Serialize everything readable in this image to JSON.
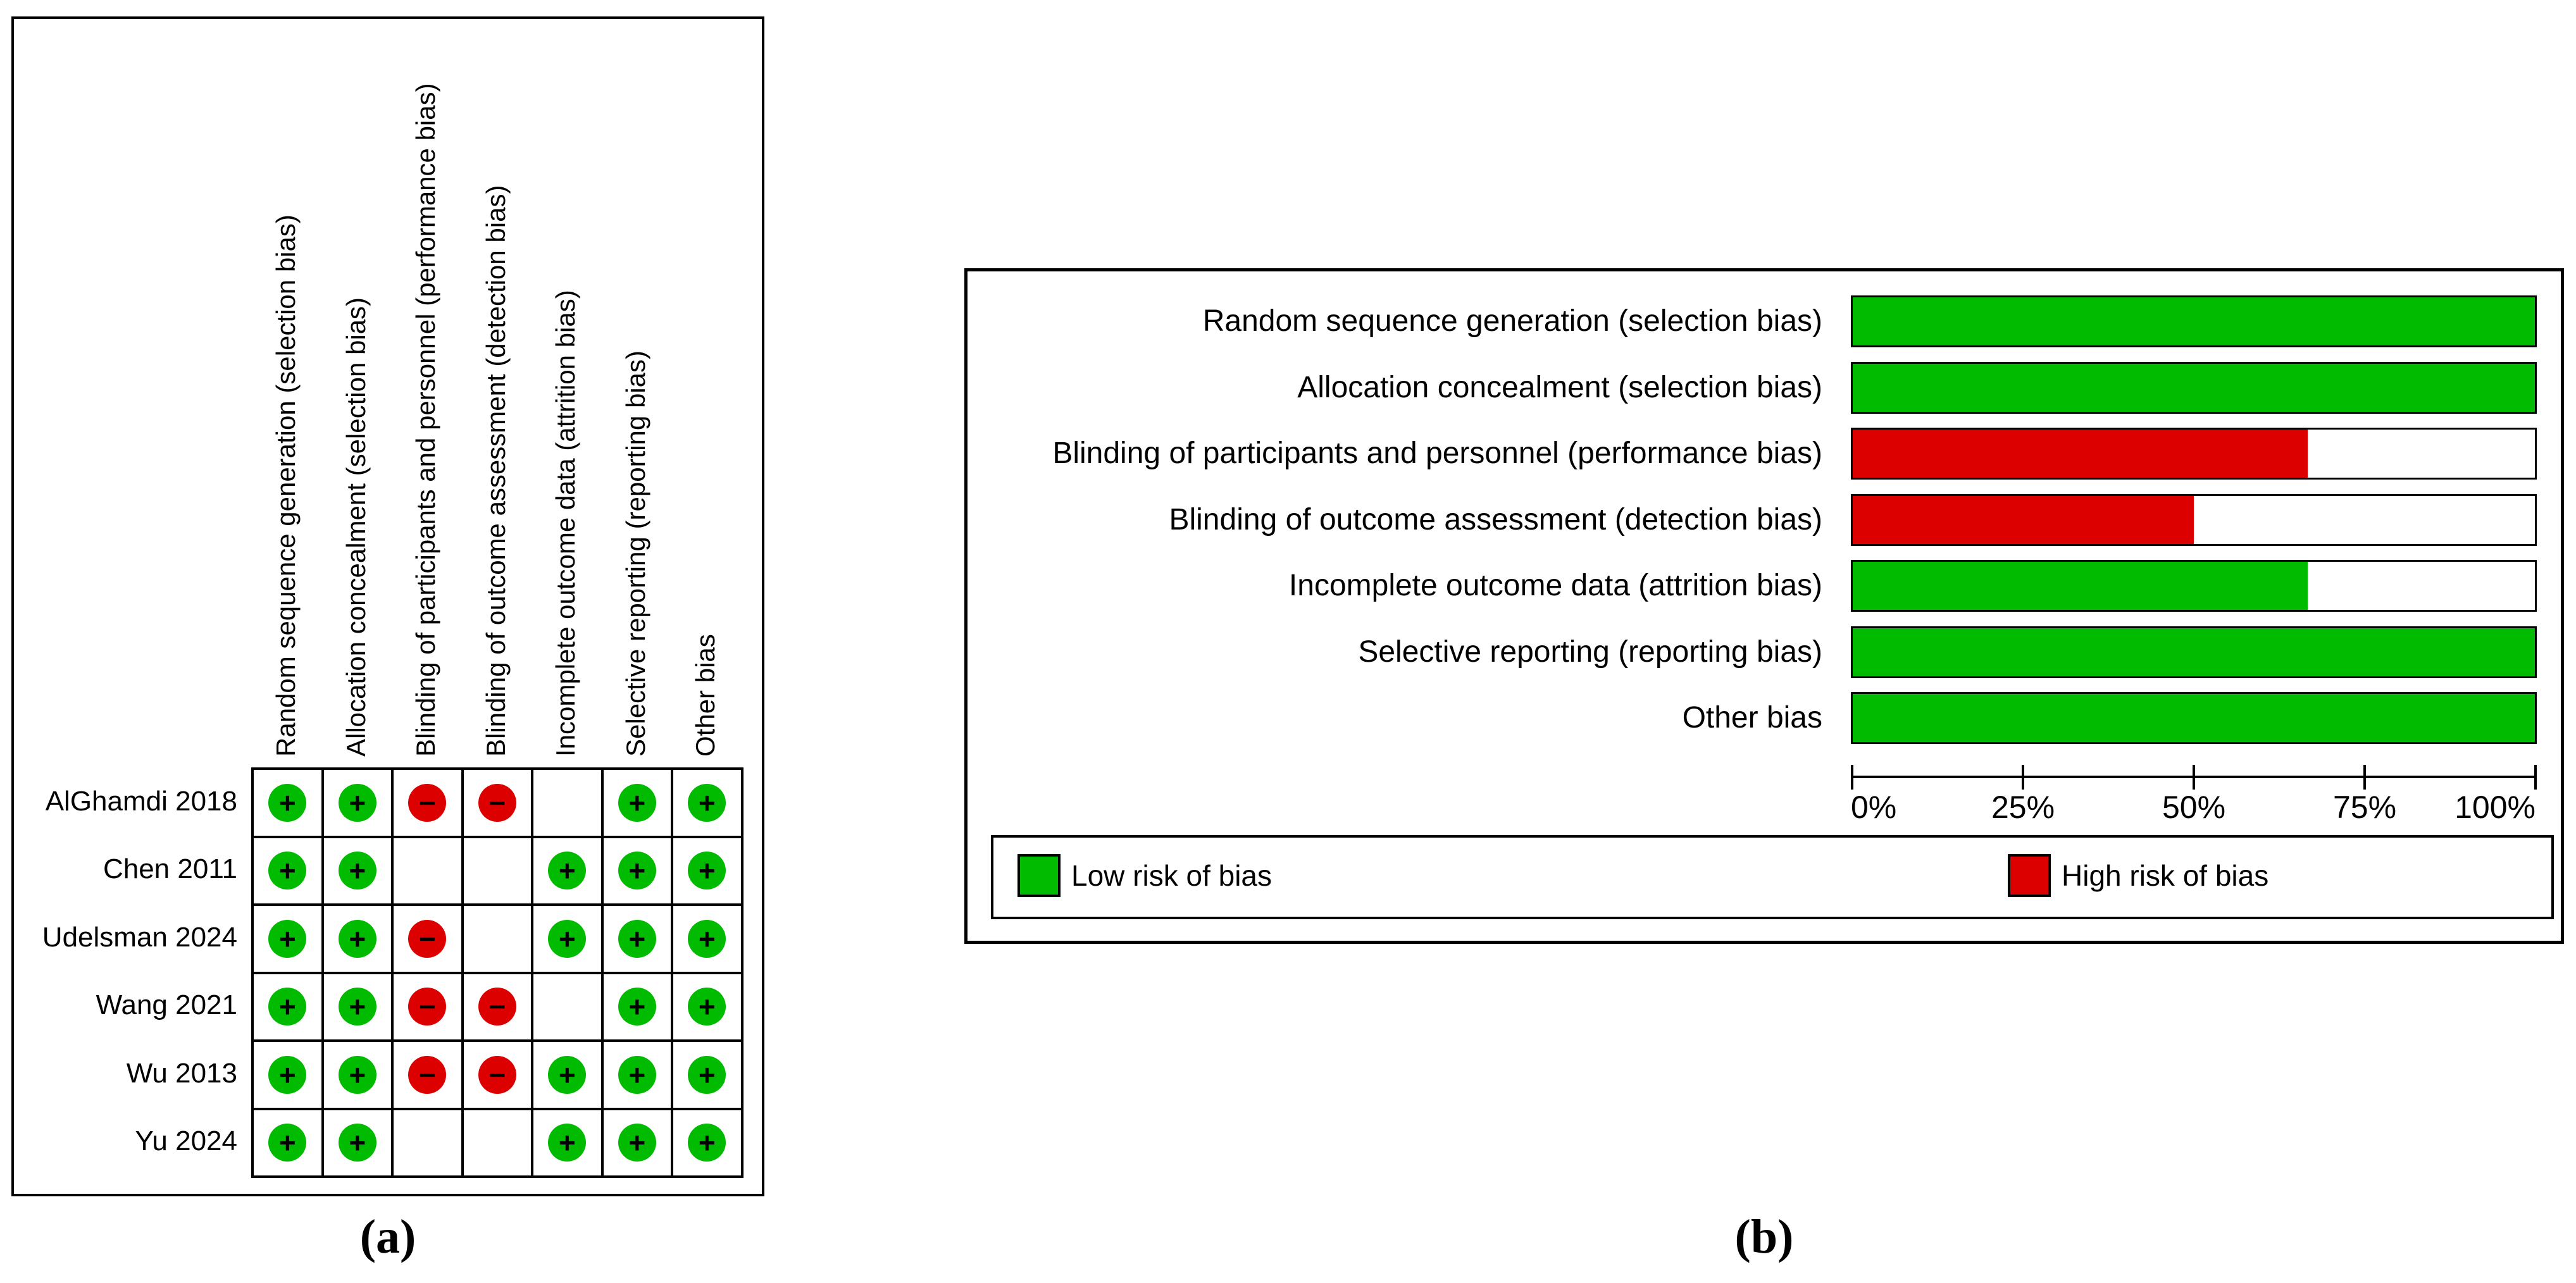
{
  "figure": {
    "caption_a": "(a)",
    "caption_b": "(b)"
  },
  "colors": {
    "low_risk": "#00bb00",
    "high_risk": "#dd0000",
    "border": "#000000",
    "background": "#ffffff"
  },
  "symbols": {
    "low_risk": "+",
    "high_risk": "−"
  },
  "panel_a": {
    "type": "risk-of-bias-summary-table",
    "column_headers": [
      "Random sequence generation (selection bias)",
      "Allocation concealment (selection bias)",
      "Blinding of participants and personnel (performance bias)",
      "Blinding of outcome assessment (detection bias)",
      "Incomplete outcome data (attrition bias)",
      "Selective reporting (reporting bias)",
      "Other bias"
    ],
    "rows": [
      {
        "study": "AlGhamdi 2018",
        "ratings": [
          "low",
          "low",
          "high",
          "high",
          null,
          "low",
          "low"
        ]
      },
      {
        "study": "Chen 2011",
        "ratings": [
          "low",
          "low",
          null,
          null,
          "low",
          "low",
          "low"
        ]
      },
      {
        "study": "Udelsman 2024",
        "ratings": [
          "low",
          "low",
          "high",
          null,
          "low",
          "low",
          "low"
        ]
      },
      {
        "study": "Wang 2021",
        "ratings": [
          "low",
          "low",
          "high",
          "high",
          null,
          "low",
          "low"
        ]
      },
      {
        "study": "Wu 2013",
        "ratings": [
          "low",
          "low",
          "high",
          "high",
          "low",
          "low",
          "low"
        ]
      },
      {
        "study": "Yu 2024",
        "ratings": [
          "low",
          "low",
          null,
          null,
          "low",
          "low",
          "low"
        ]
      }
    ]
  },
  "chart_data": {
    "type": "bar",
    "orientation": "horizontal",
    "stacked": true,
    "categories": [
      "Random sequence generation (selection bias)",
      "Allocation concealment (selection bias)",
      "Blinding of participants and personnel (performance bias)",
      "Blinding of outcome assessment (detection bias)",
      "Incomplete outcome data (attrition bias)",
      "Selective reporting (reporting bias)",
      "Other bias"
    ],
    "series": [
      {
        "name": "Low risk of bias",
        "color": "#00bb00",
        "values": [
          100,
          100,
          0,
          0,
          66.7,
          100,
          100
        ]
      },
      {
        "name": "High risk of bias",
        "color": "#dd0000",
        "values": [
          0,
          0,
          66.7,
          50,
          0,
          0,
          0
        ]
      }
    ],
    "xlim": [
      0,
      100
    ],
    "x_ticks": [
      "0%",
      "25%",
      "50%",
      "75%",
      "100%"
    ],
    "x_tick_values": [
      0,
      25,
      50,
      75,
      100
    ],
    "grid": false,
    "legend_position": "bottom",
    "legend": [
      {
        "label": "Low risk of bias",
        "color": "#00bb00"
      },
      {
        "label": "High risk of bias",
        "color": "#dd0000"
      }
    ]
  }
}
